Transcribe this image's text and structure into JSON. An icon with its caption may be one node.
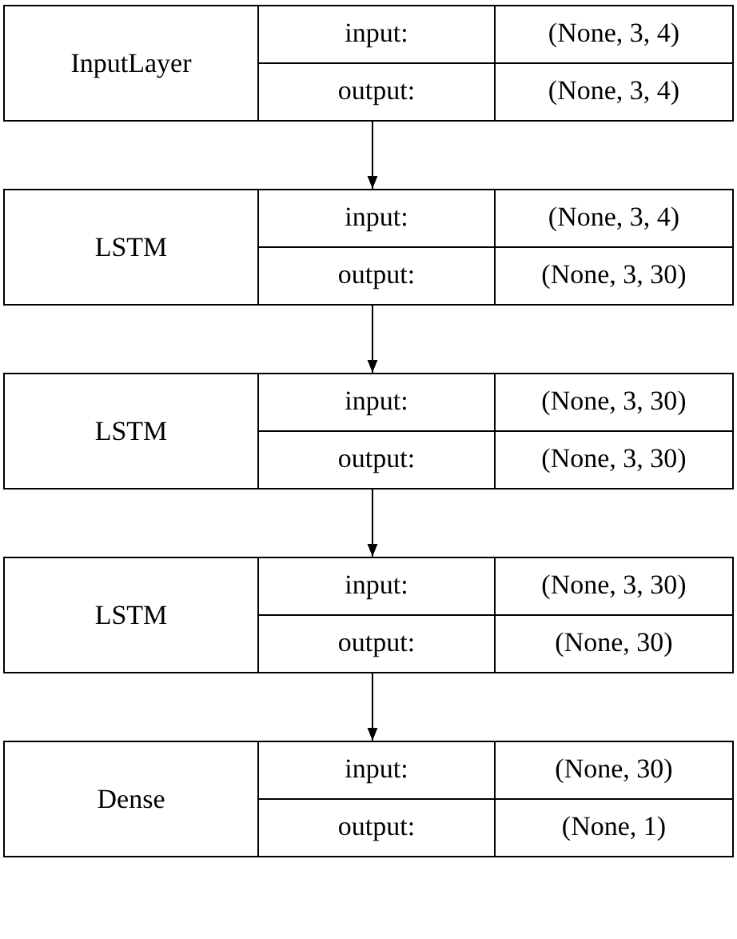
{
  "diagram": {
    "nodes": [
      {
        "text": [
          "InputLayer",
          "input:",
          "(None, 3, 4)",
          "output:",
          "(None, 3, 4)"
        ]
      },
      {
        "text": [
          "LSTM",
          "input:",
          "(None, 3, 4)",
          "output:",
          "(None, 3, 30)"
        ]
      },
      {
        "text": [
          "LSTM",
          "input:",
          "(None, 3, 30)",
          "output:",
          "(None, 3, 30)"
        ]
      },
      {
        "text": [
          "LSTM",
          "input:",
          "(None, 3, 30)",
          "output:",
          "(None, 30)"
        ]
      },
      {
        "text": [
          "Dense",
          "input:",
          "(None, 30)",
          "output:",
          "(None, 1)"
        ]
      }
    ],
    "edges": [
      {
        "from": 0,
        "to": 1,
        "arrow": "to"
      },
      {
        "from": 1,
        "to": 2,
        "arrow": "to"
      },
      {
        "from": 2,
        "to": 3,
        "arrow": "to"
      },
      {
        "from": 3,
        "to": 4,
        "arrow": "to"
      }
    ]
  }
}
